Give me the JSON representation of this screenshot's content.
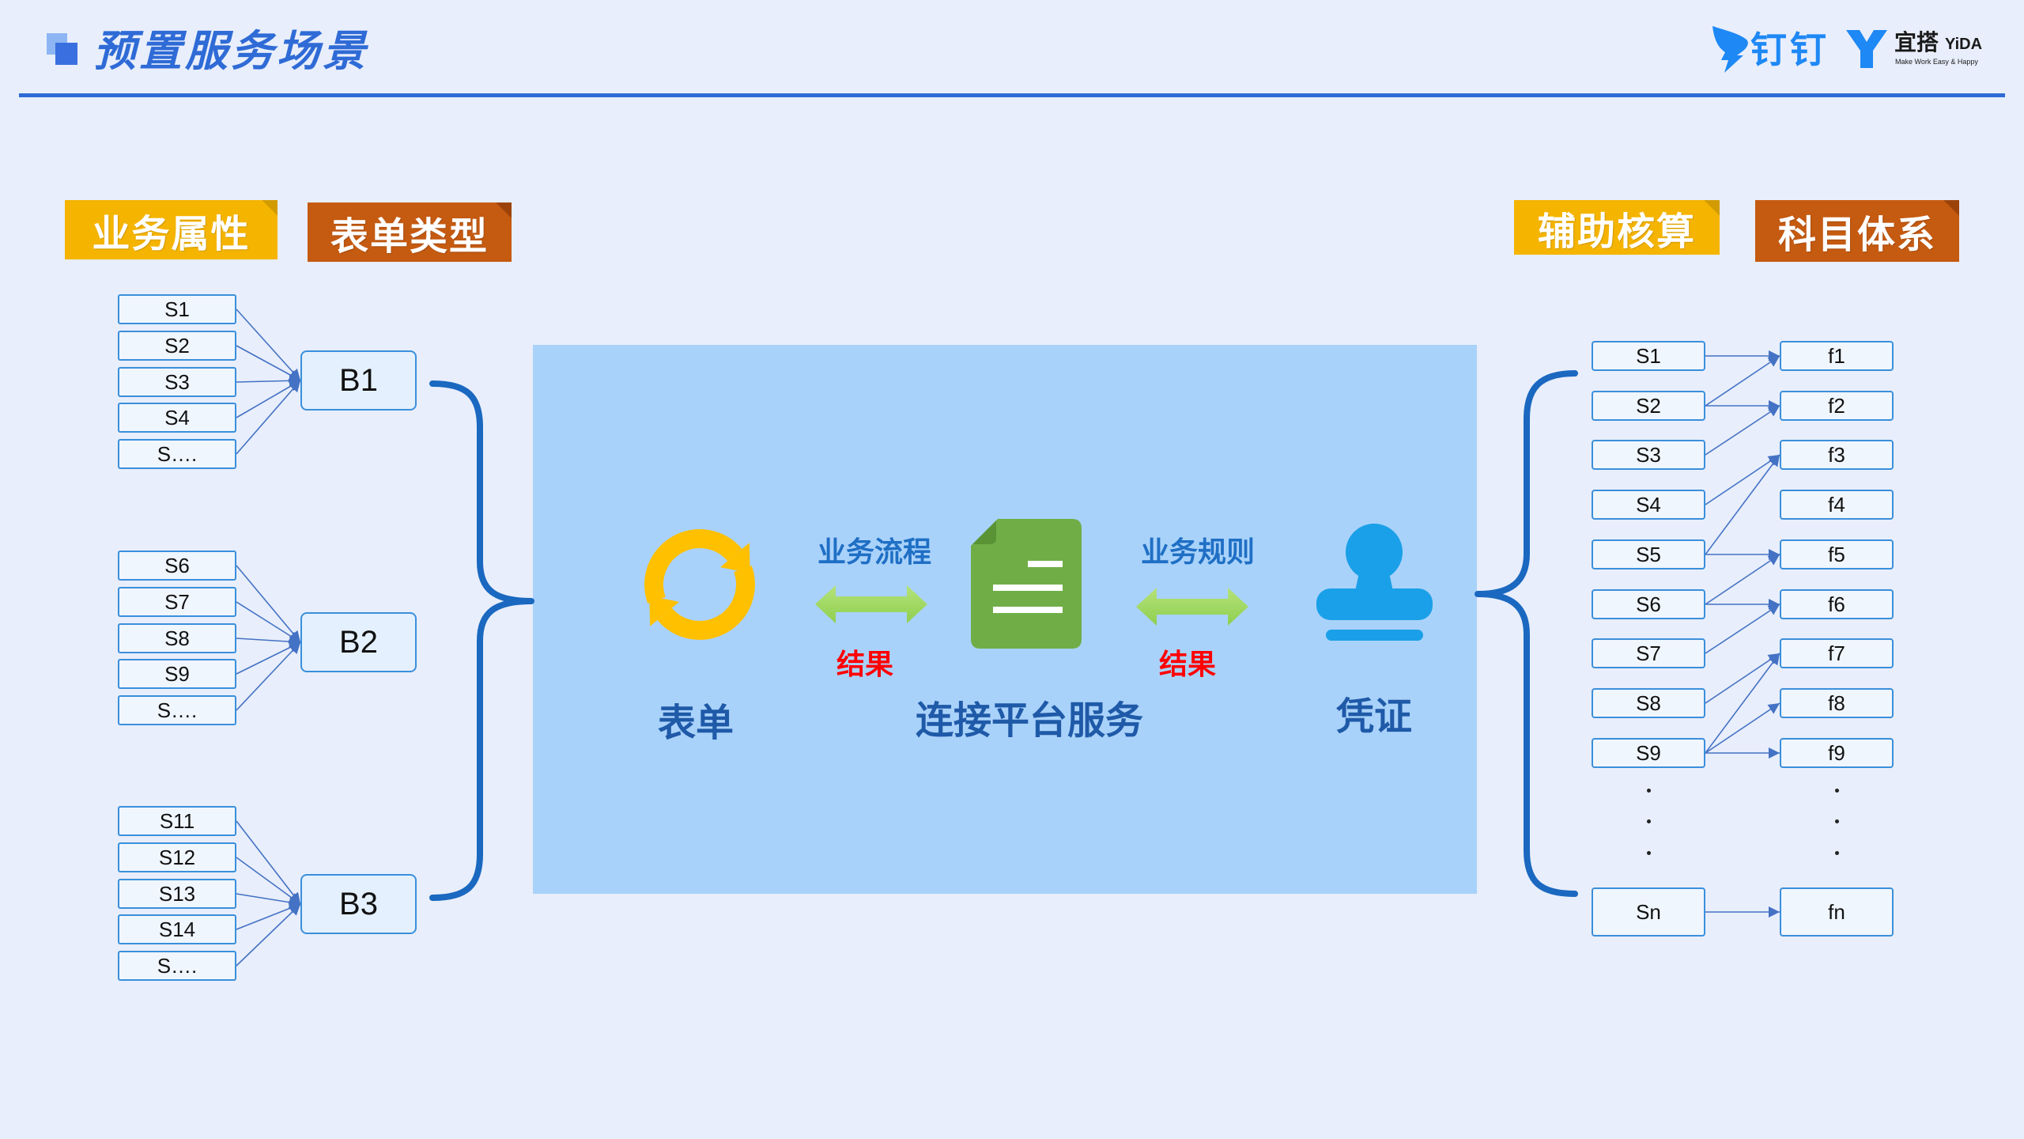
{
  "header": {
    "title": "预置服务场景"
  },
  "logos": {
    "dingtalk_name": "钉钉",
    "yida_name": "宜搭",
    "yida_en": "YiDA",
    "yida_slogan": "Make Work Easy & Happy"
  },
  "tags": {
    "business_attributes": "业务属性",
    "form_type": "表单类型",
    "auxiliary_accounting": "辅助核算",
    "account_system": "科目体系"
  },
  "left": {
    "groups": [
      {
        "b_label": "B1",
        "items": [
          "S1",
          "S2",
          "S3",
          "S4",
          "S…."
        ]
      },
      {
        "b_label": "B2",
        "items": [
          "S6",
          "S7",
          "S8",
          "S9",
          "S…."
        ]
      },
      {
        "b_label": "B3",
        "items": [
          "S11",
          "S12",
          "S13",
          "S14",
          "S…."
        ]
      }
    ]
  },
  "center": {
    "form": "表单",
    "business_flow": "业务流程",
    "flow_result": "结果",
    "platform": "连接平台服务",
    "business_rules": "业务规则",
    "rule_result": "结果",
    "voucher": "凭证"
  },
  "right": {
    "s_items": [
      "S1",
      "S2",
      "S3",
      "S4",
      "S5",
      "S6",
      "S7",
      "S8",
      "S9"
    ],
    "f_items": [
      "f1",
      "f2",
      "f3",
      "f4",
      "f5",
      "f6",
      "f7",
      "f8",
      "f9"
    ],
    "last": {
      "s": "Sn",
      "f": "fn"
    },
    "links": [
      [
        0,
        0
      ],
      [
        1,
        0
      ],
      [
        1,
        1
      ],
      [
        2,
        1
      ],
      [
        3,
        2
      ],
      [
        4,
        2
      ],
      [
        4,
        4
      ],
      [
        5,
        4
      ],
      [
        5,
        5
      ],
      [
        6,
        5
      ],
      [
        7,
        6
      ],
      [
        8,
        6
      ],
      [
        8,
        7
      ],
      [
        8,
        8
      ]
    ]
  },
  "icons": {
    "title_mark": "overlapping-squares-icon",
    "form": "refresh-icon",
    "platform": "document-icon",
    "voucher": "stamp-icon",
    "dingtalk": "dingtalk-logo-icon",
    "yida": "yida-logo-icon"
  },
  "colors": {
    "page_bg": "#E8EEFB",
    "title_blue": "#2F6BD6",
    "header_line": "#2E6BD6",
    "dingtalk_blue": "#1E88F5",
    "tag_gold": "#F5B400",
    "tag_brown": "#C55A11",
    "panel_blue": "#A9D2FA",
    "bracket_blue": "#1A68C0",
    "label_blue": "#1F5AA8",
    "flow_blue": "#1F6FC5",
    "result_red": "#FF0000",
    "arrow_green": "#8ECF4F",
    "doc_green": "#70AD47",
    "stamp_blue": "#1AA0E8",
    "refresh_yellow": "#FFC000",
    "box_border": "#3A8FDB",
    "box_fill": "#F0F6FE",
    "b_fill": "#E4F0FD",
    "link_blue": "#4472C4"
  }
}
